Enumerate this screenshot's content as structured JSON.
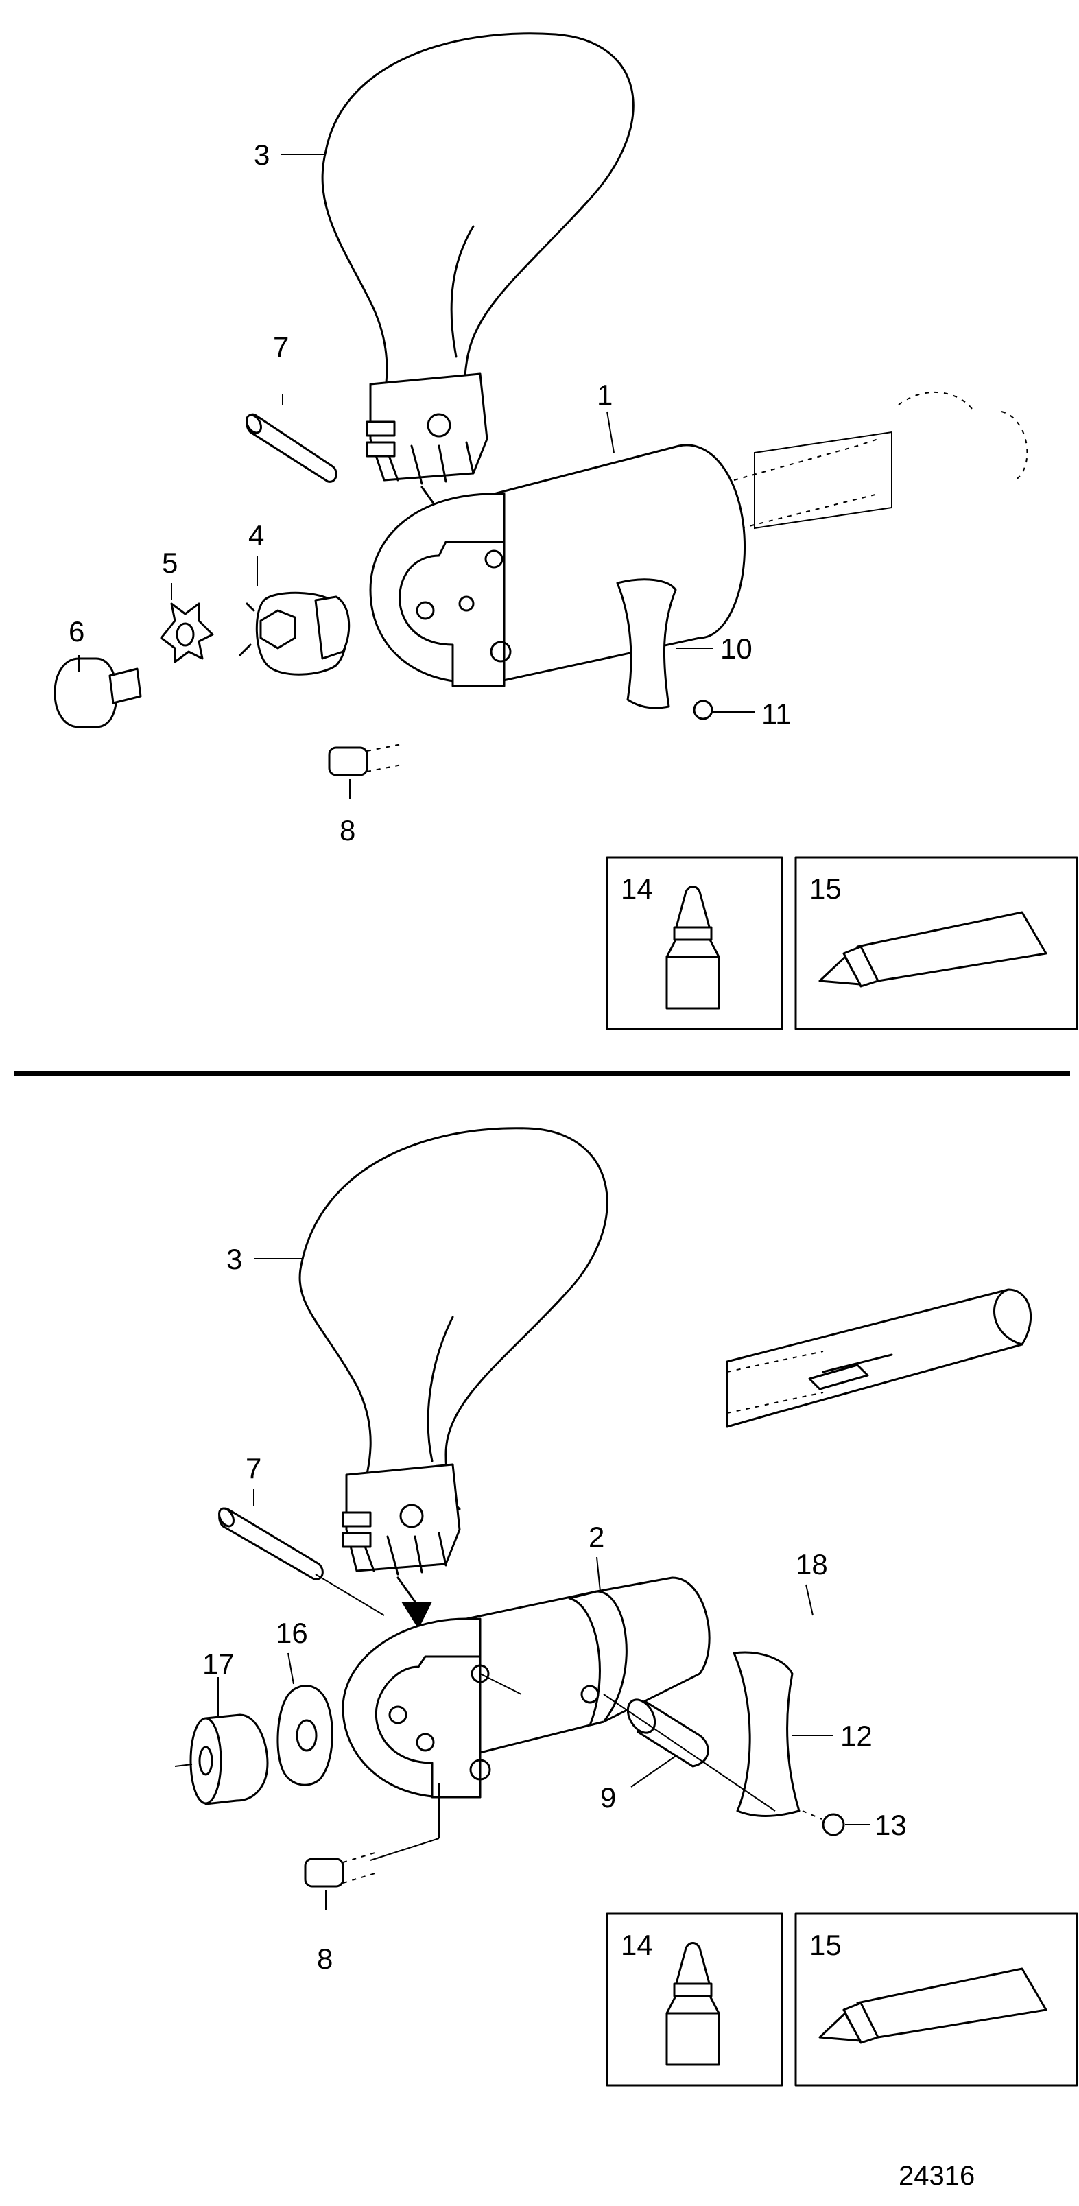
{
  "callouts": {
    "top": {
      "c1": "1",
      "c3": "3",
      "c4": "4",
      "c5": "5",
      "c6": "6",
      "c7": "7",
      "c8": "8",
      "c10": "10",
      "c11": "11",
      "c14": "14",
      "c15": "15"
    },
    "bottom": {
      "c2": "2",
      "c3": "3",
      "c7": "7",
      "c8": "8",
      "c9": "9",
      "c12": "12",
      "c13": "13",
      "c14": "14",
      "c15": "15",
      "c16": "16",
      "c17": "17",
      "c18": "18"
    }
  },
  "reference_number": "24316",
  "icons": {
    "box14": "glue-bottle-icon",
    "box15": "grease-tube-icon"
  }
}
